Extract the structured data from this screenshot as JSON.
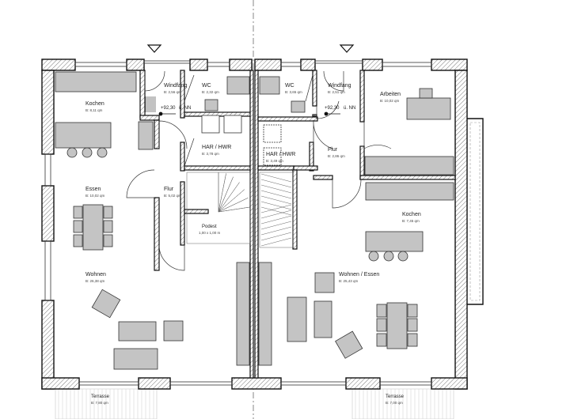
{
  "colors": {
    "wall": "#1a1a1a",
    "furniture": "#c4c4c4",
    "hatch": "#777777"
  },
  "left_unit": {
    "rooms": [
      {
        "name": "Kochen",
        "area": "B: 8,11 qm"
      },
      {
        "name": "Windfang",
        "area": "B: 2,56 qm"
      },
      {
        "name": "WC",
        "area": "B: 2,32 qm"
      },
      {
        "name": "HAR / HWR",
        "area": "B: 3,78 qm"
      },
      {
        "name": "Essen",
        "area": "B: 10,02 qm"
      },
      {
        "name": "Flur",
        "area": "B: 5,02 qm"
      },
      {
        "name": "Podest",
        "area": "1,00 x 1,00 m"
      },
      {
        "name": "Wohnen",
        "area": "B: 26,38 qm"
      },
      {
        "name": "Terrasse",
        "area": "B: 7,80 qm"
      }
    ],
    "level": "+92,30",
    "level_ref": "ü. NN"
  },
  "right_unit": {
    "rooms": [
      {
        "name": "WC",
        "area": "B: 3,65 qm"
      },
      {
        "name": "Windfang",
        "area": "B: 2,51 qm"
      },
      {
        "name": "Arbeiten",
        "area": "B: 10,02 qm"
      },
      {
        "name": "HAR / HWR",
        "area": "B: 3,49 qm"
      },
      {
        "name": "Flur",
        "area": "B: 2,86 qm"
      },
      {
        "name": "Kochen",
        "area": "B: 7,45 qm"
      },
      {
        "name": "Wohnen / Essen",
        "area": "B: 25,43 qm"
      },
      {
        "name": "Terrasse",
        "area": "B: 7,00 qm"
      }
    ],
    "level": "+92,30",
    "level_ref": "ü. NN"
  }
}
